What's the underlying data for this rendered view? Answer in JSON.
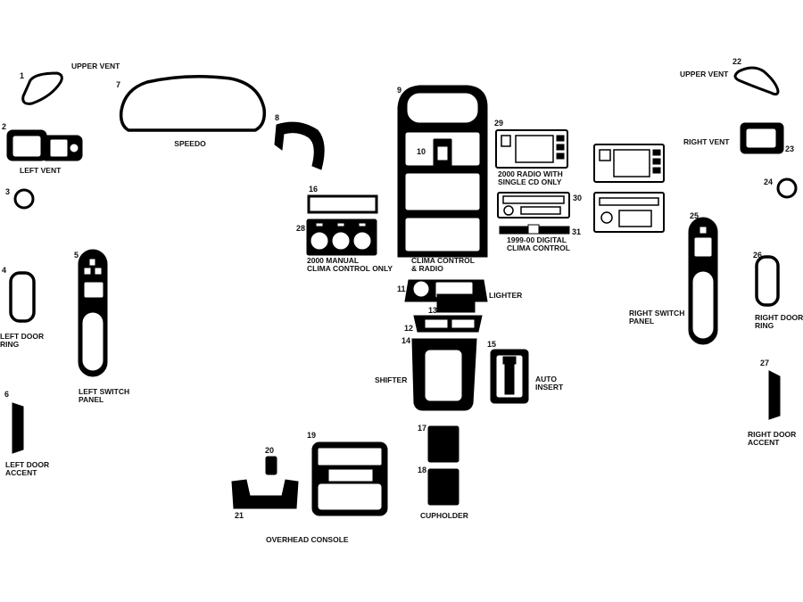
{
  "parts": [
    {
      "id": "p1",
      "number": "1",
      "label": "UPPER VENT"
    },
    {
      "id": "p2",
      "number": "2",
      "label": "LEFT VENT"
    },
    {
      "id": "p3",
      "number": "3",
      "label": ""
    },
    {
      "id": "p4",
      "number": "4",
      "label": "LEFT DOOR|RING"
    },
    {
      "id": "p5",
      "number": "5",
      "label": "LEFT SWITCH|PANEL"
    },
    {
      "id": "p6",
      "number": "6",
      "label": "LEFT DOOR|ACCENT"
    },
    {
      "id": "p7",
      "number": "7",
      "label": "SPEEDO"
    },
    {
      "id": "p8",
      "number": "8",
      "label": ""
    },
    {
      "id": "p9",
      "number": "9",
      "label": "CLIMA CONTROL|& RADIO"
    },
    {
      "id": "p10",
      "number": "10",
      "label": ""
    },
    {
      "id": "p11",
      "number": "11",
      "label": "LIGHTER"
    },
    {
      "id": "p12",
      "number": "12",
      "label": ""
    },
    {
      "id": "p13",
      "number": "13",
      "label": ""
    },
    {
      "id": "p14",
      "number": "14",
      "label": "SHIFTER"
    },
    {
      "id": "p15",
      "number": "15",
      "label": "AUTO|INSERT"
    },
    {
      "id": "p16",
      "number": "16",
      "label": ""
    },
    {
      "id": "p17",
      "number": "17",
      "label": ""
    },
    {
      "id": "p18",
      "number": "18",
      "label": "CUPHOLDER"
    },
    {
      "id": "p19",
      "number": "19",
      "label": "OVERHEAD  CONSOLE"
    },
    {
      "id": "p20",
      "number": "20",
      "label": ""
    },
    {
      "id": "p21",
      "number": "21",
      "label": ""
    },
    {
      "id": "p22",
      "number": "22",
      "label": "UPPER VENT"
    },
    {
      "id": "p23",
      "number": "23",
      "label": "RIGHT VENT"
    },
    {
      "id": "p24",
      "number": "24",
      "label": ""
    },
    {
      "id": "p25",
      "number": "25",
      "label": "RIGHT SWITCH|PANEL"
    },
    {
      "id": "p26",
      "number": "26",
      "label": "RIGHT DOOR|RING"
    },
    {
      "id": "p27",
      "number": "27",
      "label": "RIGHT DOOR|ACCENT"
    },
    {
      "id": "p28",
      "number": "28",
      "label": "2000 MANUAL|CLIMA CONTROL ONLY"
    },
    {
      "id": "p29",
      "number": "29",
      "label": "2000 RADIO WITH|SINGLE CD ONLY"
    },
    {
      "id": "p30",
      "number": "30",
      "label": ""
    },
    {
      "id": "p31",
      "number": "31",
      "label": "1999-00 DIGITAL|CLIMA CONTROL"
    }
  ],
  "colors": {
    "ink": "#000000",
    "paper": "#ffffff"
  }
}
